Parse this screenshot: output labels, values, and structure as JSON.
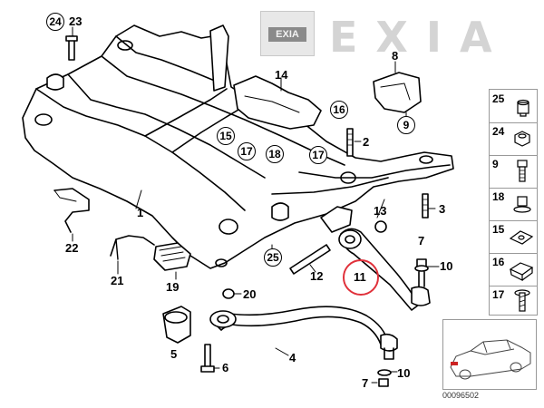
{
  "logo": {
    "box_text": "EXIA",
    "word": "EXIA"
  },
  "reference_code": "00096502",
  "callouts": {
    "c1": "1",
    "c2": "2",
    "c3": "3",
    "c4": "4",
    "c5": "5",
    "c6": "6",
    "c7a": "7",
    "c7b": "7",
    "c8": "8",
    "c9": "9",
    "c10a": "10",
    "c10b": "10",
    "c11": "11",
    "c12": "12",
    "c13": "13",
    "c14": "14",
    "c15": "15",
    "c16": "16",
    "c17a": "17",
    "c17b": "17",
    "c18": "18",
    "c19": "19",
    "c20": "20",
    "c21": "21",
    "c22": "22",
    "c23": "23",
    "c24": "24",
    "c25": "25"
  },
  "legend": [
    "25",
    "24",
    "9",
    "18",
    "15",
    "16",
    "17"
  ],
  "highlight_color": "#e0303a"
}
